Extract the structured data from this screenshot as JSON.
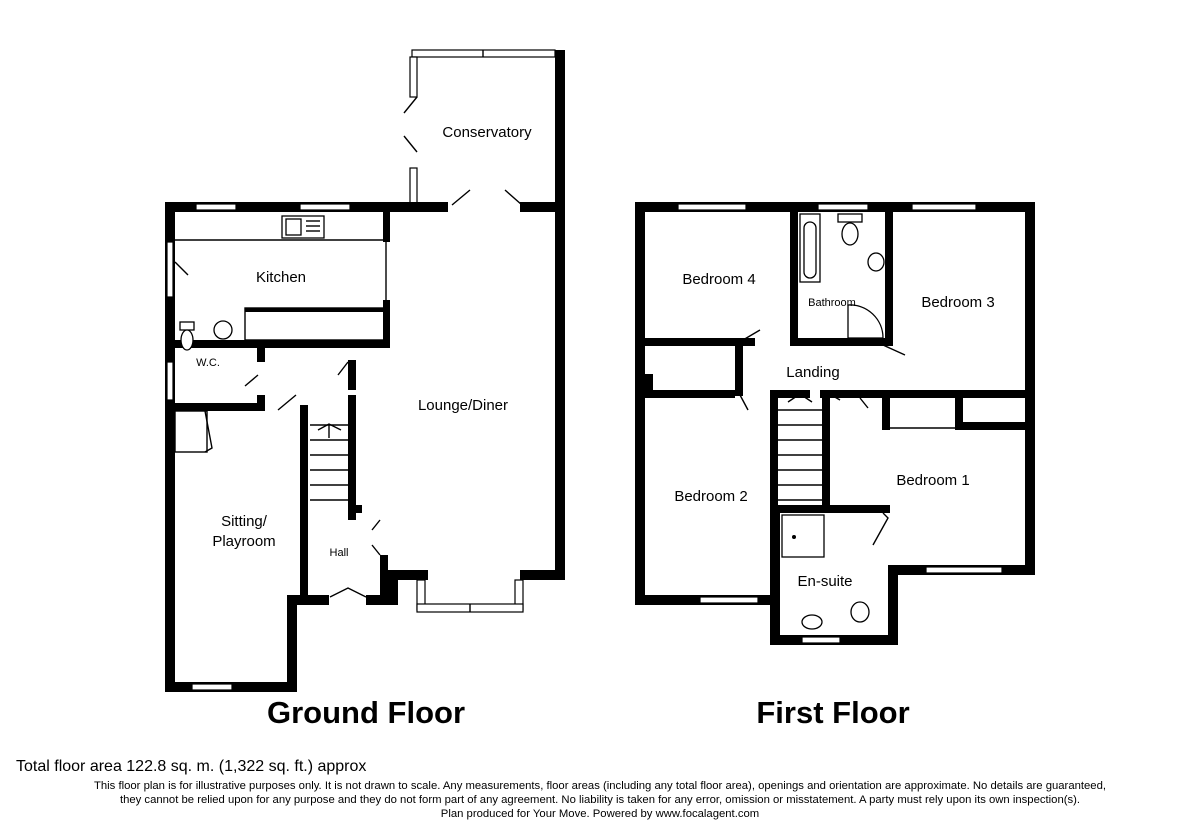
{
  "floors": {
    "ground": {
      "title": "Ground Floor",
      "rooms": {
        "conservatory": "Conservatory",
        "kitchen": "Kitchen",
        "wc": "W.C.",
        "lounge_diner": "Lounge/Diner",
        "sitting_line1": "Sitting/",
        "sitting_line2": "Playroom",
        "hall": "Hall"
      }
    },
    "first": {
      "title": "First Floor",
      "rooms": {
        "bedroom4": "Bedroom 4",
        "bathroom": "Bathroom",
        "bedroom3": "Bedroom 3",
        "landing": "Landing",
        "bedroom2": "Bedroom 2",
        "bedroom1": "Bedroom 1",
        "ensuite": "En-suite"
      }
    }
  },
  "footer": {
    "total_area": "Total floor area 122.8 sq. m. (1,322 sq. ft.) approx",
    "disclaimer_line1": "This floor plan is for illustrative purposes only. It is not drawn to scale. Any measurements, floor areas (including any total floor area), openings and orientation are approximate. No details are guaranteed,",
    "disclaimer_line2": "they cannot be relied upon for any purpose and they do not form part of any agreement. No liability is taken for any error, omission or misstatement. A party must rely upon its own inspection(s).",
    "credit": "Plan produced for Your Move. Powered by www.focalagent.com"
  }
}
